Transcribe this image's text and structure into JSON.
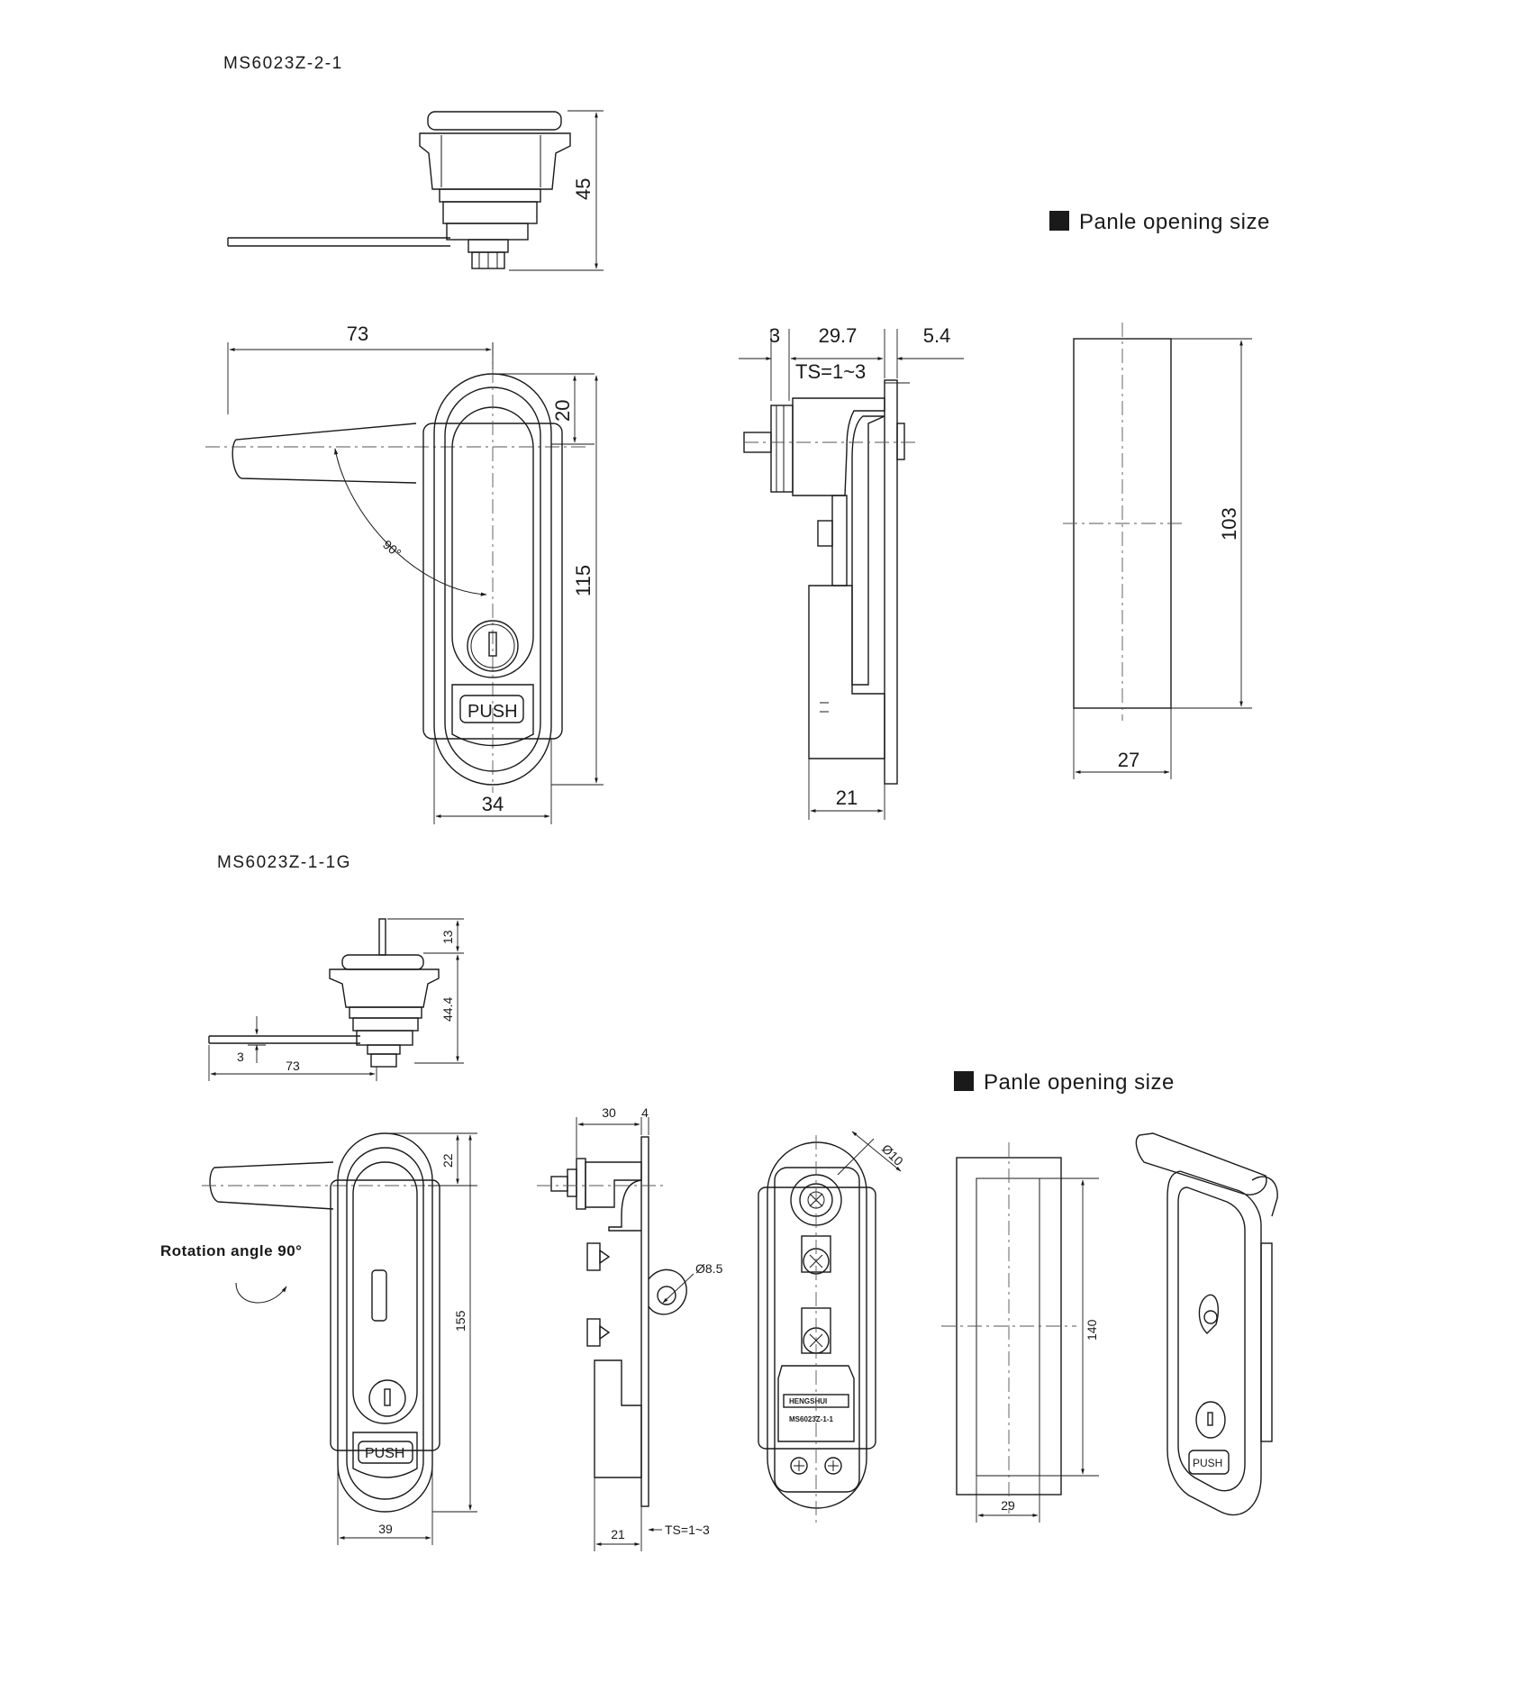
{
  "models": {
    "top": "MS6023Z-2-1",
    "bottom": "MS6023Z-1-1G"
  },
  "headings": {
    "panel_top": "Panle opening size",
    "panel_bottom": "Panle opening size"
  },
  "annotations": {
    "rotation": "Rotation angle  90°",
    "angle": "90°",
    "push": "PUSH",
    "brand": "HENGSHUI",
    "part": "MS6023Z-1-1"
  },
  "dims_top": {
    "height_side": "45",
    "width_handle": "73",
    "top_offset": "20",
    "height": "115",
    "width": "34",
    "d3": "3",
    "d29_7": "29.7",
    "d5_4": "5.4",
    "ts": "TS=1~3",
    "depth": "21",
    "open_h": "103",
    "open_w": "27"
  },
  "dims_bottom": {
    "d13": "13",
    "d44_4": "44.4",
    "d3": "3",
    "d73": "73",
    "d30": "30",
    "d4": "4",
    "d22": "22",
    "d155": "155",
    "d39": "39",
    "d8_5": "Ø8.5",
    "d10": "Ø10",
    "d21": "21",
    "ts": "TS=1~3",
    "open_h": "140",
    "open_w": "29"
  }
}
